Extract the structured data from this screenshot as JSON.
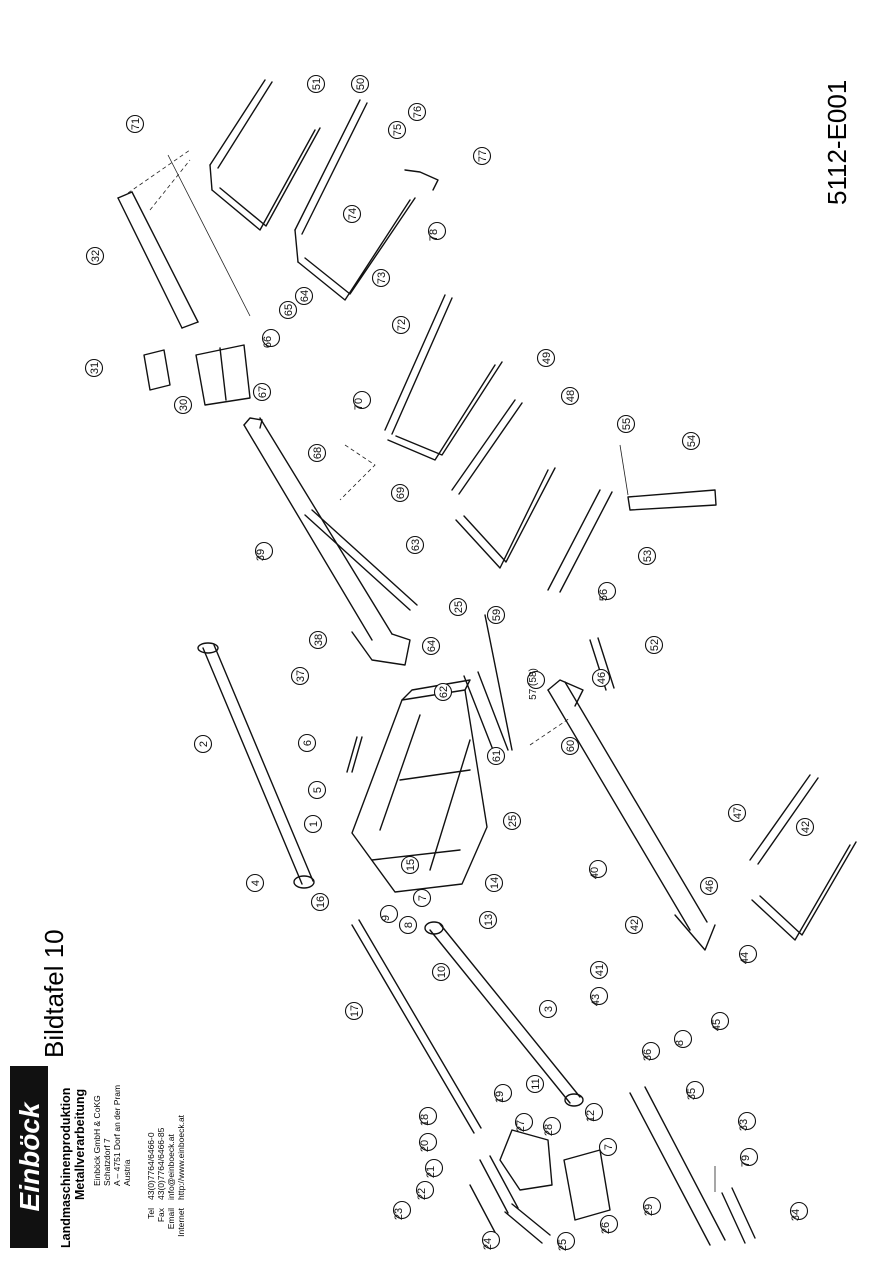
{
  "drawing": {
    "title": "Bildtafel 10",
    "drawing_number": "5112-E001",
    "logo_text": "Einböck"
  },
  "company": {
    "tagline_1": "Landmaschinenproduktion",
    "tagline_2": "Metallverarbeitung",
    "address_lines": [
      "Einböck GmbH & CoKG",
      "Schatzdorf 7",
      "A – 4751 Dorf an der Pram",
      "Austria"
    ],
    "contacts": [
      {
        "label": "Tel",
        "value": "43(0)7764/6466-0"
      },
      {
        "label": "Fax",
        "value": "43(0)7764/6466-85"
      },
      {
        "label": "Email",
        "value": "info@einboeck.at"
      },
      {
        "label": "Internet",
        "value": "http://www.einboeck.at"
      }
    ]
  },
  "callouts": [
    "1",
    "2",
    "3",
    "4",
    "5",
    "6",
    "7",
    "7",
    "8",
    "8",
    "9",
    "10",
    "11",
    "12",
    "13",
    "14",
    "15",
    "16",
    "17",
    "18",
    "19",
    "20",
    "21",
    "22",
    "23",
    "24",
    "25",
    "25",
    "25",
    "26",
    "27",
    "28",
    "29",
    "30",
    "31",
    "32",
    "33",
    "34",
    "35",
    "36",
    "37",
    "38",
    "39",
    "40",
    "41",
    "42",
    "42",
    "43",
    "44",
    "45",
    "46",
    "46",
    "47",
    "48",
    "49",
    "50",
    "51",
    "52",
    "53",
    "54",
    "55",
    "56",
    "57 (58)",
    "59",
    "60",
    "61",
    "62",
    "63",
    "64",
    "64",
    "65",
    "66",
    "67",
    "68",
    "69",
    "70",
    "71",
    "72",
    "73",
    "74",
    "75",
    "76",
    "77",
    "78",
    "79"
  ]
}
